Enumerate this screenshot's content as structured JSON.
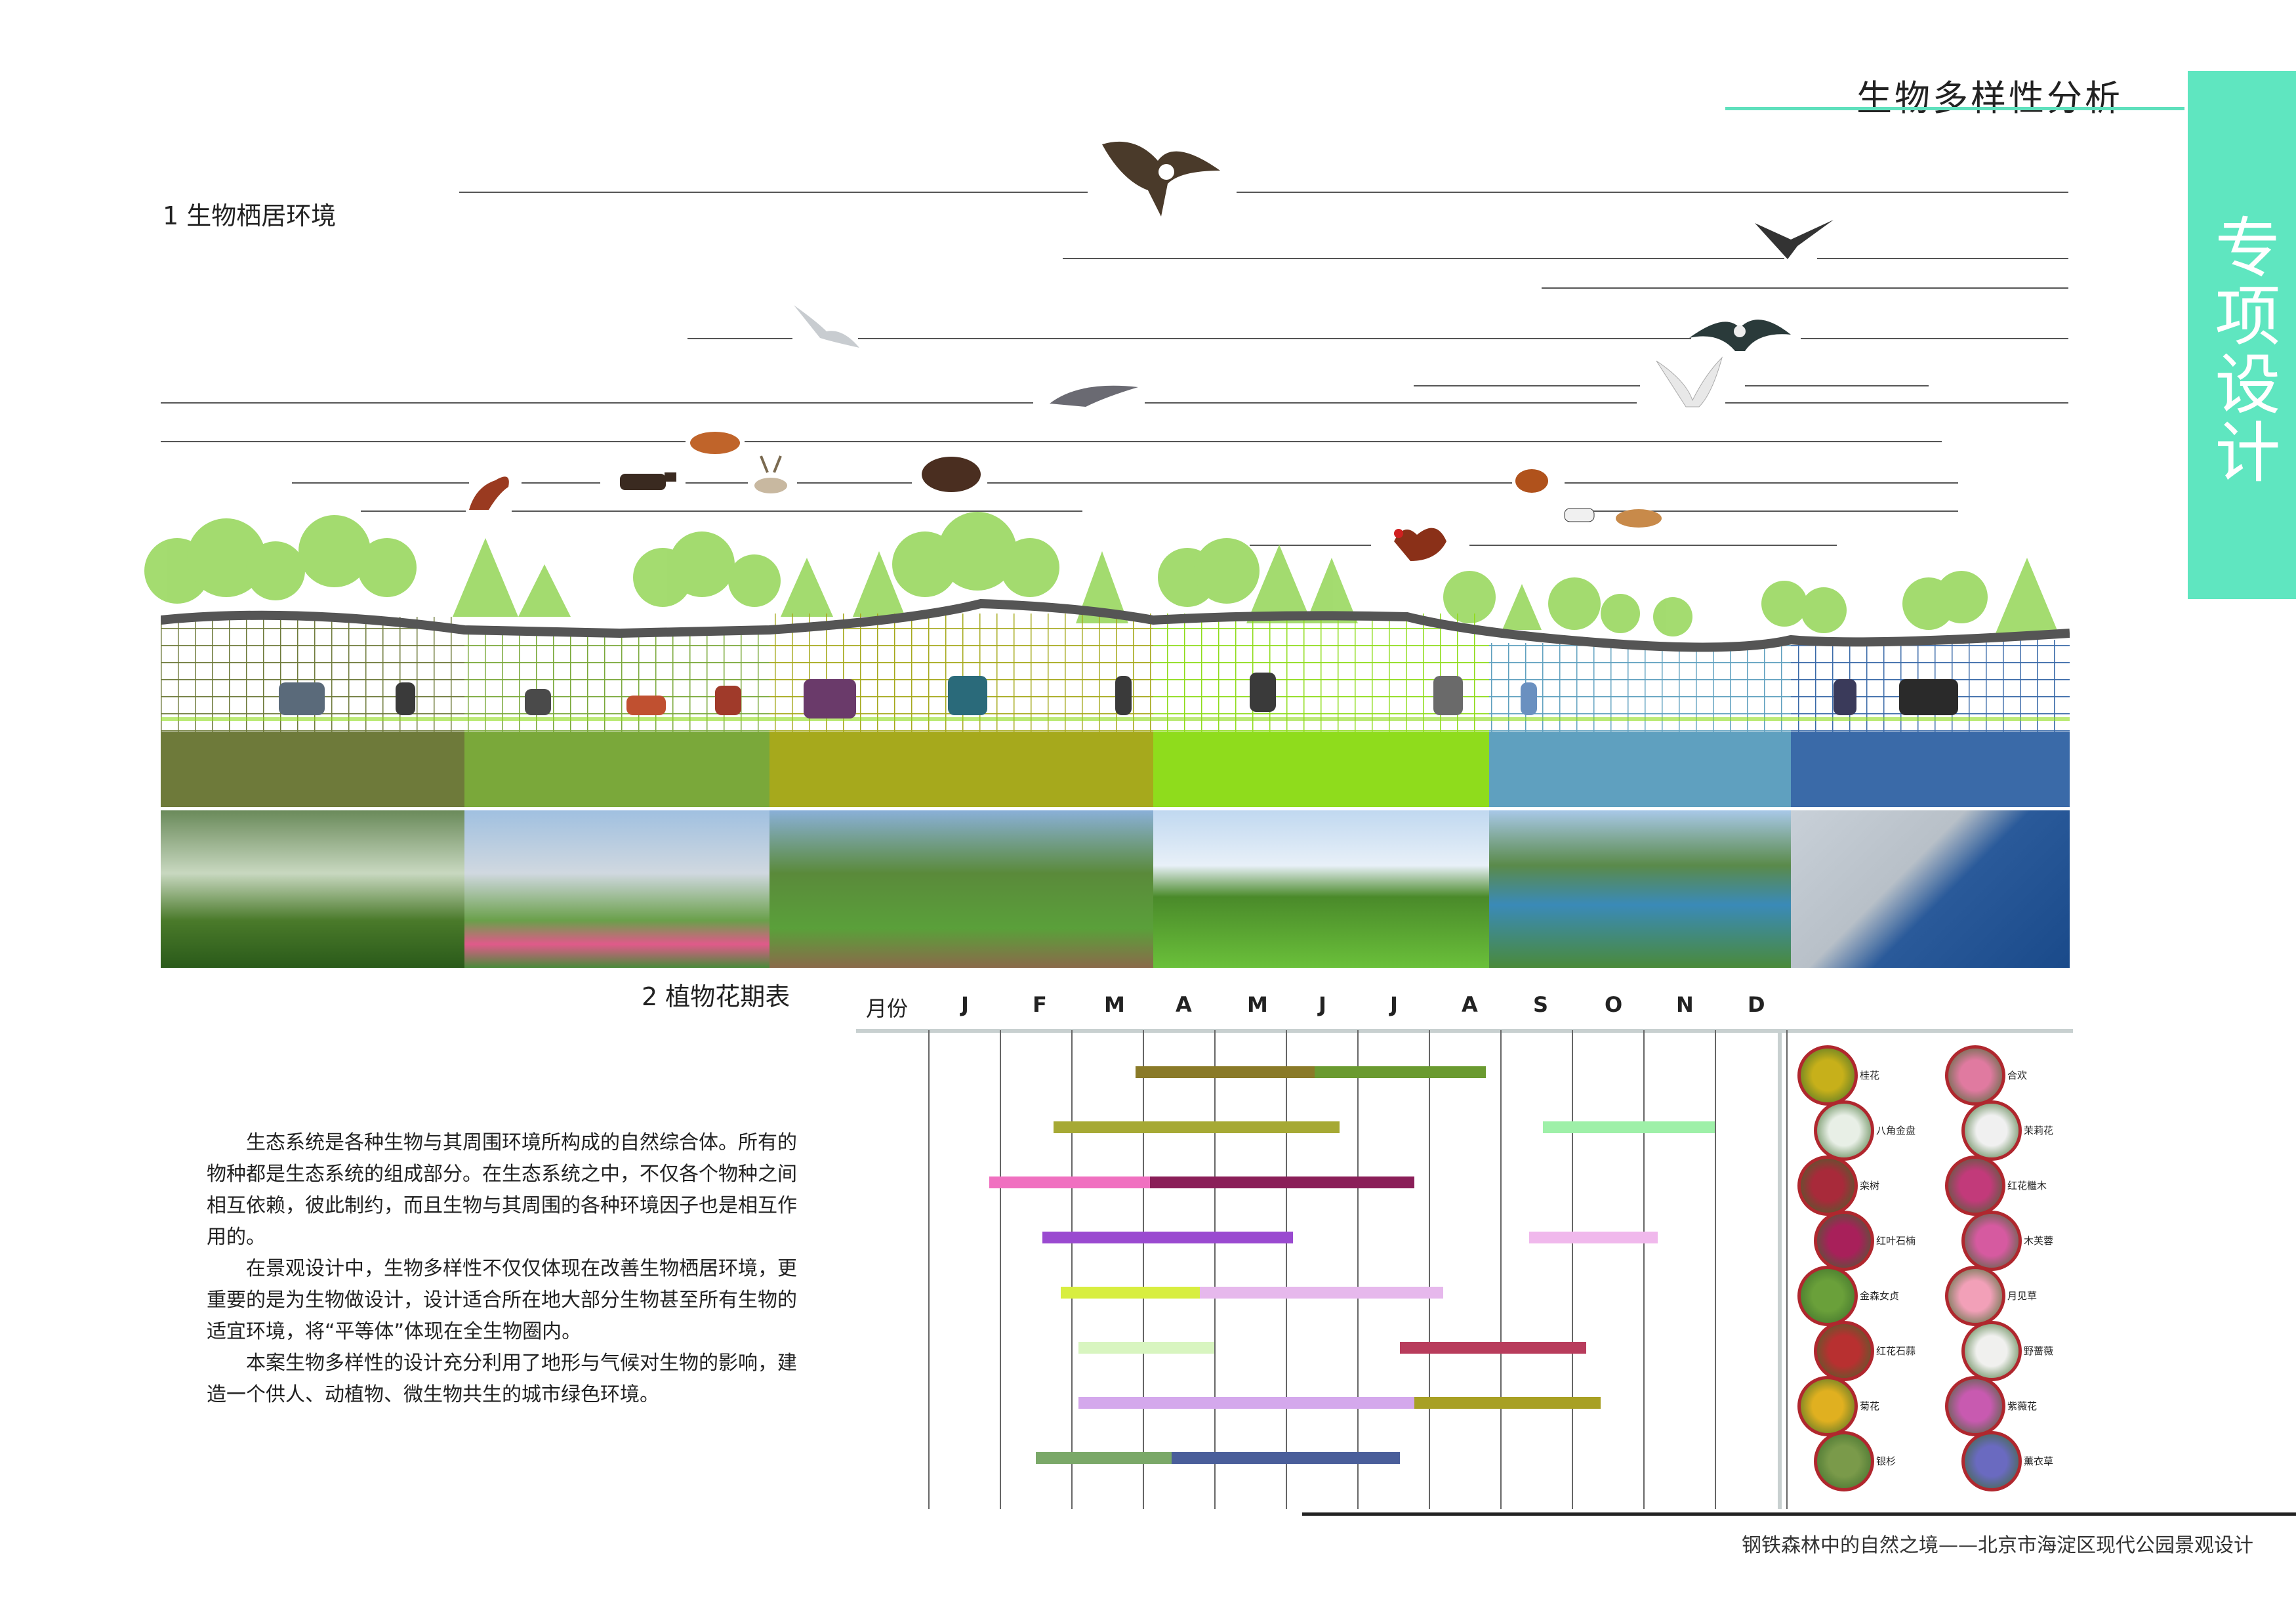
{
  "header": {
    "title": "生物多样性分析",
    "side_tab": "专项设计"
  },
  "sections": {
    "habitat_title": "1 生物栖居环境",
    "flowering_title": "2 植物花期表"
  },
  "calendar": {
    "header_label": "月份",
    "months": [
      "J",
      "F",
      "M",
      "A",
      "M",
      "J",
      "J",
      "A",
      "S",
      "O",
      "N",
      "D"
    ]
  },
  "colors": {
    "accent": "#5fe6c0",
    "band_1": "#6e7a3a",
    "band_2": "#7aa83a",
    "band_3": "#a6a91c",
    "band_4": "#8fdc1c",
    "band_5": "#5fa0bf",
    "band_6": "#3a6aa8"
  },
  "description": {
    "paragraphs": [
      "生态系统是各种生物与其周围环境所构成的自然综合体。所有的物种都是生态系统的组成部分。在生态系统之中，不仅各个物种之间相互依赖，彼此制约，而且生物与其周围的各种环境因子也是相互作用的。",
      "在景观设计中，生物多样性不仅仅体现在改善生物栖居环境，更重要的是为生物做设计，设计适合所在地大部分生物甚至所有生物的适宜环境，将“平等体”体现在全生物圈内。",
      "本案生物多样性的设计充分利用了地形与气候对生物的影响，建造一个供人、动植物、微生物共生的城市绿色环境。"
    ]
  },
  "flowers": [
    {
      "name": "桂花",
      "color": "#c7b01a"
    },
    {
      "name": "合欢",
      "color": "#e07aa0"
    },
    {
      "name": "八角金盘",
      "color": "#e8efe6"
    },
    {
      "name": "茉莉花",
      "color": "#f0f0f0"
    },
    {
      "name": "栾树",
      "color": "#a82a3a"
    },
    {
      "name": "红花檵木",
      "color": "#c23a7a"
    },
    {
      "name": "红叶石楠",
      "color": "#a8205a"
    },
    {
      "name": "木芙蓉",
      "color": "#d65aa0"
    },
    {
      "name": "金森女贞",
      "color": "#6aa03a"
    },
    {
      "name": "月见草",
      "color": "#f2a0b8"
    },
    {
      "name": "红花石蒜",
      "color": "#b83030"
    },
    {
      "name": "野蔷薇",
      "color": "#f0f0ee"
    },
    {
      "name": "菊花",
      "color": "#e0b020"
    },
    {
      "name": "紫薇花",
      "color": "#c85ab0"
    },
    {
      "name": "银杉",
      "color": "#7a9a4a"
    },
    {
      "name": "薰衣草",
      "color": "#6a6ac0"
    }
  ],
  "flowering_bars": [
    {
      "start": 2.9,
      "mid": 5.4,
      "end": 7.8,
      "c1": "#8a7a28",
      "c2": "#6a9a30"
    },
    {
      "start": 1.75,
      "mid": 5.75,
      "end": 5.75,
      "c1": "#a6a934",
      "c2": "#a6a934",
      "start2": 8.6,
      "end2": 11.0,
      "c3": "#9ef0a8"
    },
    {
      "start": 0.85,
      "mid": 3.1,
      "end": 6.8,
      "c1": "#f070c0",
      "c2": "#8a1e58"
    },
    {
      "start": 1.6,
      "mid": 5.1,
      "end": 5.1,
      "c1": "#9a4ad0",
      "c2": "#9a4ad0",
      "start2": 8.4,
      "end2": 10.2,
      "c3": "#f0b8ec"
    },
    {
      "start": 1.85,
      "mid": 3.8,
      "end": 7.2,
      "c1": "#d8ee40",
      "c2": "#e6b8ec"
    },
    {
      "start": 2.1,
      "mid": 4.0,
      "end": 4.0,
      "c1": "#d8f5c0",
      "c2": "#d8f5c0",
      "start2": 6.6,
      "end2": 9.2,
      "c3": "#b83c5c"
    },
    {
      "start": 2.1,
      "mid": 6.8,
      "end": 9.4,
      "c1": "#d4a8ec",
      "c2": "#a8a024"
    },
    {
      "start": 1.5,
      "mid": 3.4,
      "end": 6.6,
      "c1": "#7aa868",
      "c2": "#4a5e9a"
    }
  ],
  "footer": "钢铁森林中的自然之境——北京市海淀区现代公园景观设计"
}
